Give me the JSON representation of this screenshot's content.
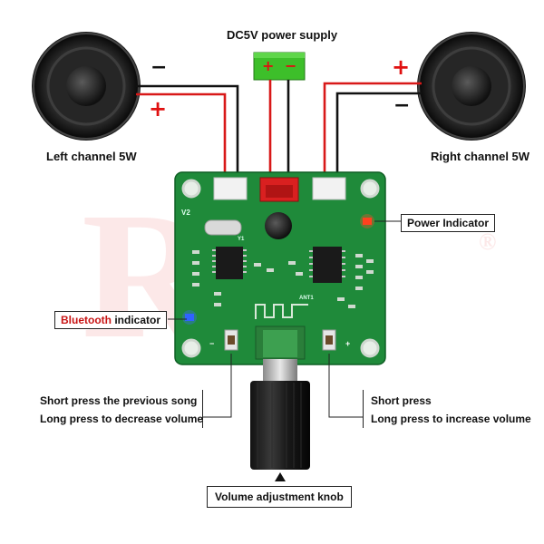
{
  "labels": {
    "power_supply": "DC5V power supply",
    "left_channel": "Left channel 5W",
    "right_channel": "Right channel 5W",
    "power_indicator": "Power Indicator",
    "bluetooth_indicator_part1": "Bluetooth",
    "bluetooth_indicator_part2": " indicator",
    "left_button_line1": "Short press the previous song",
    "left_button_line2": "Long press to decrease volume",
    "right_button_line1": "Short press",
    "right_button_line2": "Long press to increase volume",
    "volume_knob": "Volume adjustment knob"
  },
  "polarity": {
    "plus": "+",
    "minus": "−"
  },
  "board_marks": {
    "version": "V2",
    "antenna": "ANT1",
    "crystal": "Y1",
    "left_button_sign": "−",
    "right_button_sign": "+"
  },
  "watermark": {
    "text": "RM",
    "registered": "®"
  },
  "colors": {
    "board_green": "#1f8a3a",
    "wire_red": "#d81818",
    "wire_black": "#111111",
    "power_green": "#3dbf2a",
    "power_led": "#ff3a1a",
    "bluetooth_led": "#2a5cff",
    "bluetooth_text": "#c81414"
  }
}
